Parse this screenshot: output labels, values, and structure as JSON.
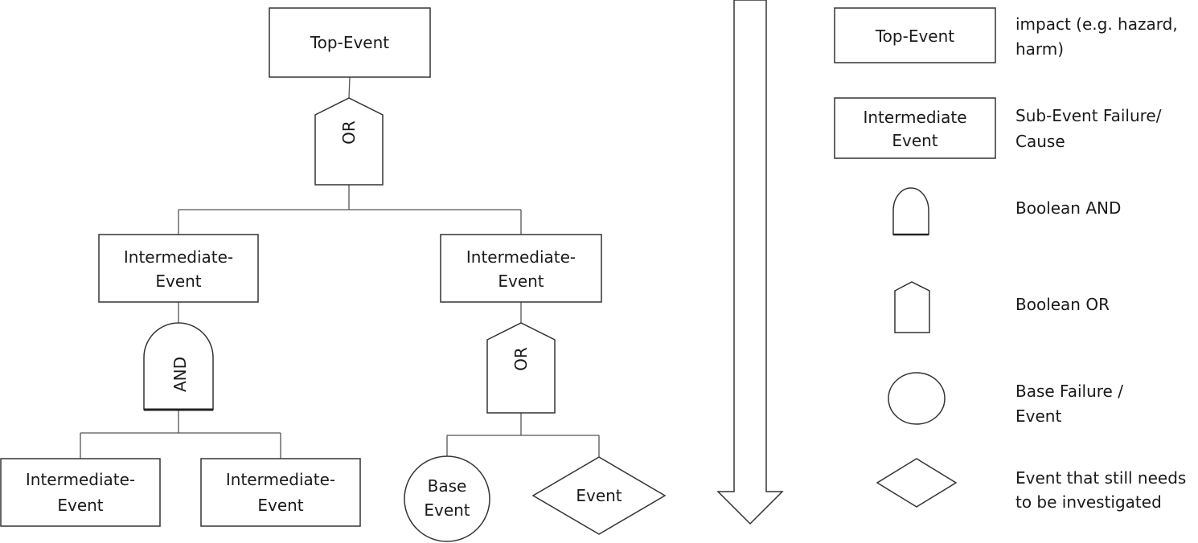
{
  "tree": {
    "top_event": "Top-Event",
    "gate_top": "OR",
    "left_intermediate": [
      "Intermediate-",
      "Event"
    ],
    "gate_left": "AND",
    "left_child_1": [
      "Intermediate-",
      "Event"
    ],
    "left_child_2": [
      "Intermediate-",
      "Event"
    ],
    "right_intermediate": [
      "Intermediate-",
      "Event"
    ],
    "gate_right": "OR",
    "base_event": [
      "Base",
      "Event"
    ],
    "undeveloped_event": "Event"
  },
  "legend": {
    "top_event_symbol": "Top-Event",
    "top_event_desc": [
      "impact (e.g. hazard,",
      "harm)"
    ],
    "intermediate_symbol": [
      "Intermediate",
      "Event"
    ],
    "intermediate_desc": [
      "Sub-Event  Failure/",
      "Cause"
    ],
    "and_desc": "Boolean AND",
    "or_desc": "Boolean OR",
    "base_desc": [
      "Base Failure  /",
      "Event"
    ],
    "undeveloped_desc": [
      "Event that still needs",
      "to be investigated"
    ]
  }
}
